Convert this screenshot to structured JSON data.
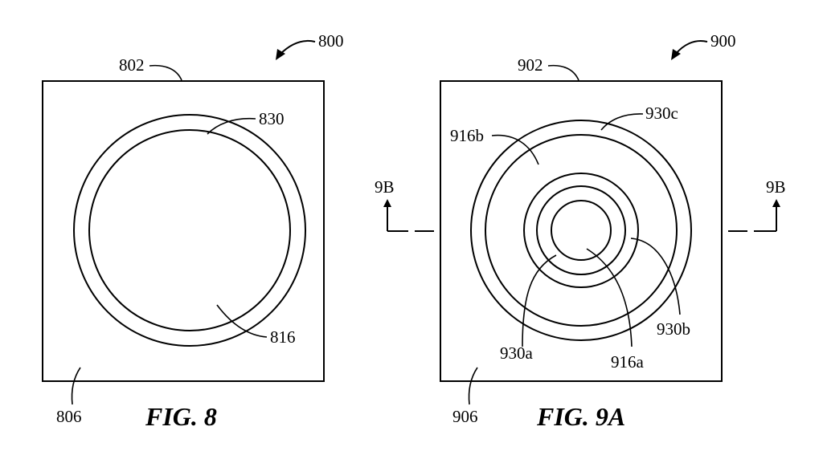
{
  "fig8": {
    "caption": "FIG. 8",
    "ref_overall": "800",
    "ref_substrate": "802",
    "ref_ring": "830",
    "ref_inner": "816",
    "ref_surface": "806"
  },
  "fig9a": {
    "caption": "FIG. 9A",
    "ref_overall": "900",
    "ref_substrate": "902",
    "ref_outer_ring": "930c",
    "ref_outer_region": "916b",
    "ref_middle_ring": "930b",
    "ref_inner_ring": "930a",
    "ref_inner_region": "916a",
    "ref_surface": "906",
    "section_label_left": "9B",
    "section_label_right": "9B"
  }
}
